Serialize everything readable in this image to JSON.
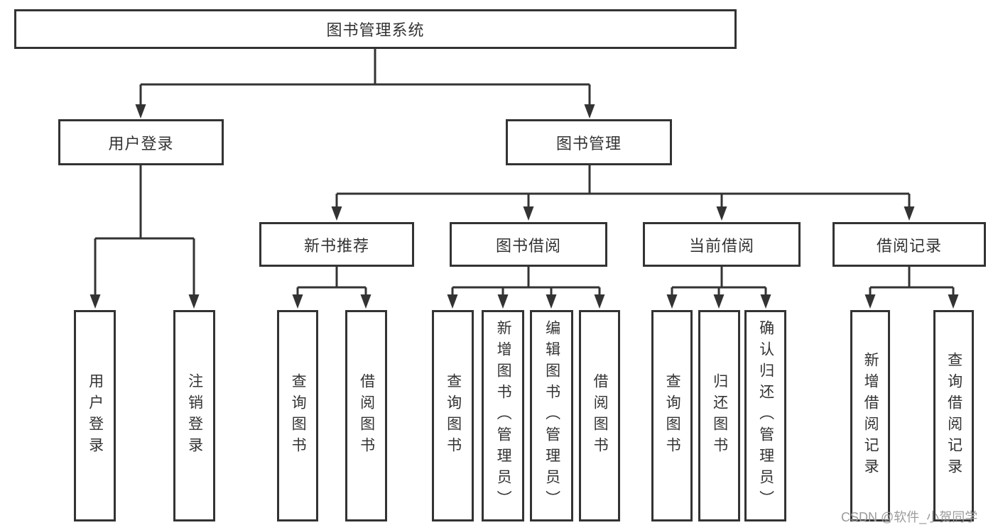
{
  "diagram": {
    "title_node": "图书管理系统",
    "nodes": {
      "root": {
        "label": "图书管理系统"
      },
      "userLogin": {
        "label": "用户登录"
      },
      "bookMgmt": {
        "label": "图书管理"
      },
      "login": {
        "label": "用户登录"
      },
      "logout": {
        "label": "注销登录"
      },
      "newBooks": {
        "label": "新书推荐"
      },
      "bookBorrow": {
        "label": "图书借阅"
      },
      "curBorrow": {
        "label": "当前借阅"
      },
      "borrowRec": {
        "label": "借阅记录"
      },
      "nbQuery": {
        "label": "查询图书"
      },
      "nbBorrow": {
        "label": "借阅图书"
      },
      "bbQuery": {
        "label": "查询图书"
      },
      "bbAdd": {
        "label": "新增图书（管理员）"
      },
      "bbEdit": {
        "label": "编辑图书（管理员）"
      },
      "bbBorrow": {
        "label": "借阅图书"
      },
      "cbQuery": {
        "label": "查询图书"
      },
      "cbReturn": {
        "label": "归还图书"
      },
      "cbConfirm": {
        "label": "确认归还（管理员）"
      },
      "brAdd": {
        "label": "新增借阅记录"
      },
      "brQuery": {
        "label": "查询借阅记录"
      }
    },
    "colors": {
      "line": "#333333",
      "text": "#333333",
      "box_fill": "#ffffff",
      "watermark": "#9b9b9b"
    }
  },
  "watermark": {
    "text": "CSDN @软件_小贺同学"
  }
}
